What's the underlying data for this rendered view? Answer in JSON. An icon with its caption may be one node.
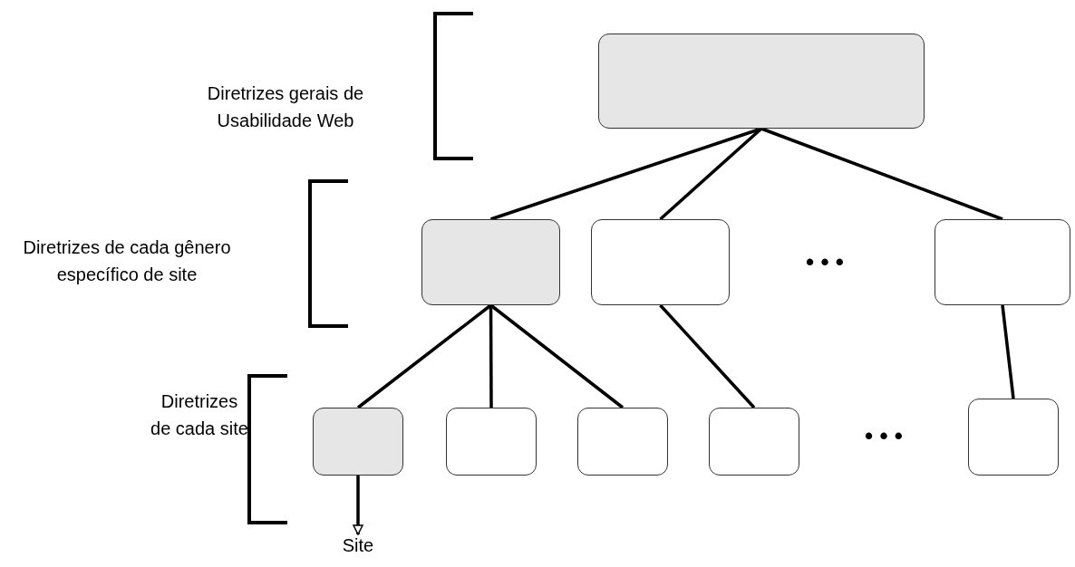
{
  "diagram": {
    "nodes": [
      {
        "text": [],
        "shape": "box"
      },
      {
        "text": [],
        "shape": "box"
      },
      {
        "text": [],
        "shape": "box"
      },
      {
        "text": [],
        "shape": "box"
      },
      {
        "text": [],
        "shape": "box"
      },
      {
        "text": [],
        "shape": "box"
      },
      {
        "text": [],
        "shape": "box"
      },
      {
        "text": [],
        "shape": "box"
      },
      {
        "text": [],
        "shape": "box"
      },
      {
        "text": [
          "Site"
        ]
      }
    ],
    "edges": [
      {
        "from": 0,
        "to": 1,
        "arrow": "none"
      },
      {
        "from": 0,
        "to": 2,
        "arrow": "none"
      },
      {
        "from": 0,
        "to": 3,
        "arrow": "none"
      },
      {
        "from": 1,
        "to": 4,
        "arrow": "none"
      },
      {
        "from": 1,
        "to": 5,
        "arrow": "none"
      },
      {
        "from": 1,
        "to": 6,
        "arrow": "none"
      },
      {
        "from": 2,
        "to": 7,
        "arrow": "none"
      },
      {
        "from": 3,
        "to": 8,
        "arrow": "none"
      },
      {
        "from": 4,
        "to": 9,
        "arrow": "to"
      }
    ],
    "labels": [
      "Diretrizes gerais de Usabilidade Web",
      "Diretrizes de cada gênero específico de site",
      "• • •",
      "Diretrizes de cada site",
      "• • •"
    ]
  }
}
